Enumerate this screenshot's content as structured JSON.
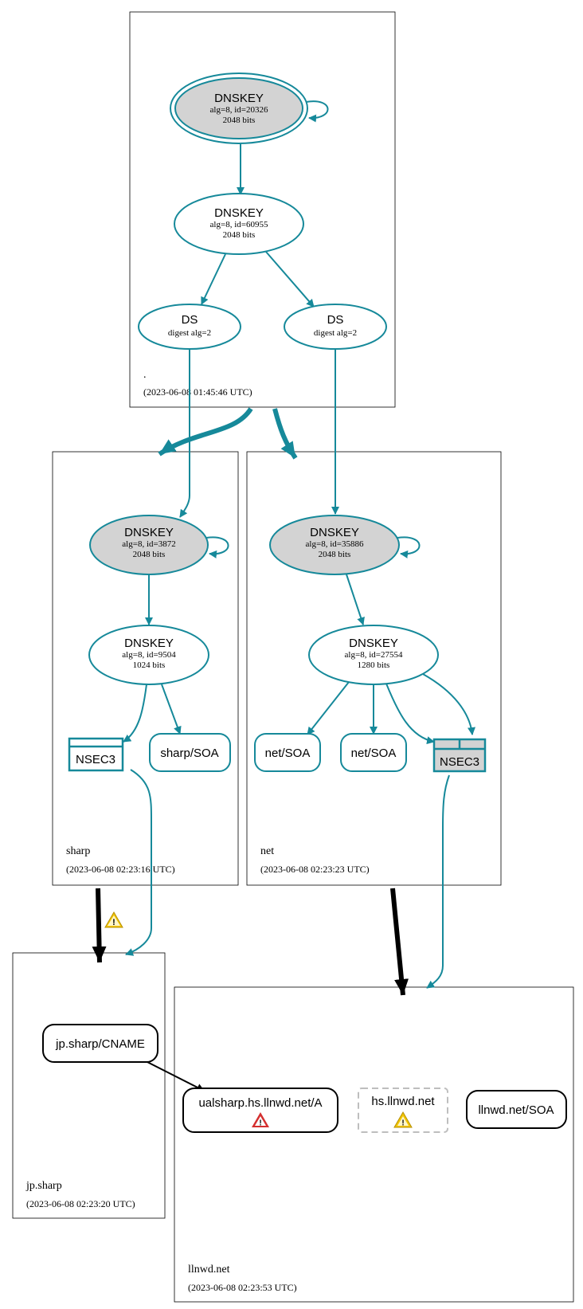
{
  "colors": {
    "secure": "#16899a",
    "ksk_fill": "#d3d3d3",
    "insecure": "#000000",
    "nonexistent": "#bebebe",
    "warning": "#f2c500",
    "error": "#d42f2f"
  },
  "zones": {
    "root": {
      "name": ".",
      "time": "(2023-06-08 01:45:46 UTC)"
    },
    "sharp": {
      "name": "sharp",
      "time": "(2023-06-08 02:23:16 UTC)"
    },
    "net": {
      "name": "net",
      "time": "(2023-06-08 02:23:23 UTC)"
    },
    "jpsharp": {
      "name": "jp.sharp",
      "time": "(2023-06-08 02:23:20 UTC)"
    },
    "llnwd": {
      "name": "llnwd.net",
      "time": "(2023-06-08 02:23:53 UTC)"
    }
  },
  "nodes": {
    "root_ksk": {
      "title": "DNSKEY",
      "line1": "alg=8, id=20326",
      "line2": "2048 bits"
    },
    "root_zsk": {
      "title": "DNSKEY",
      "line1": "alg=8, id=60955",
      "line2": "2048 bits"
    },
    "ds_sharp": {
      "title": "DS",
      "line1": "digest alg=2"
    },
    "ds_net": {
      "title": "DS",
      "line1": "digest alg=2"
    },
    "sharp_ksk": {
      "title": "DNSKEY",
      "line1": "alg=8, id=3872",
      "line2": "2048 bits"
    },
    "sharp_zsk": {
      "title": "DNSKEY",
      "line1": "alg=8, id=9504",
      "line2": "1024 bits"
    },
    "net_ksk": {
      "title": "DNSKEY",
      "line1": "alg=8, id=35886",
      "line2": "2048 bits"
    },
    "net_zsk": {
      "title": "DNSKEY",
      "line1": "alg=8, id=27554",
      "line2": "1280 bits"
    },
    "sharp_nsec3": {
      "label": "NSEC3"
    },
    "sharp_soa": {
      "label": "sharp/SOA"
    },
    "net_soa_1": {
      "label": "net/SOA"
    },
    "net_soa_2": {
      "label": "net/SOA"
    },
    "net_nsec3": {
      "label": "NSEC3"
    },
    "jp_cname": {
      "label": "jp.sharp/CNAME"
    },
    "ualsharp_a": {
      "label": "ualsharp.hs.llnwd.net/A",
      "icon": "error-icon"
    },
    "hs_llnwd": {
      "label": "hs.llnwd.net",
      "icon": "warning-icon"
    },
    "llnwd_soa": {
      "label": "llnwd.net/SOA"
    }
  },
  "delegation_warning": {
    "icon": "warning-icon"
  }
}
